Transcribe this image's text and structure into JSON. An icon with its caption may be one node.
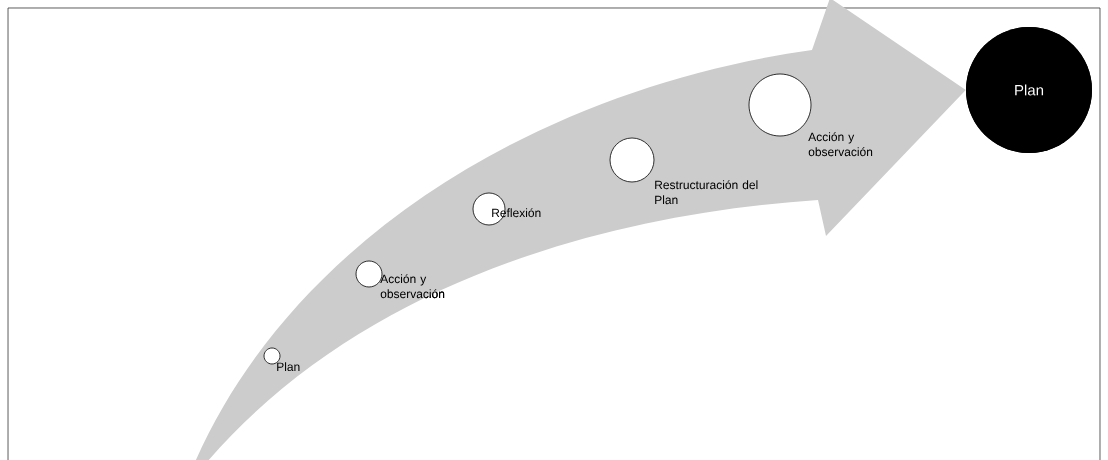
{
  "diagram": {
    "nodes": [
      {
        "text": [
          "Plan"
        ]
      },
      {
        "text": [
          "Acción y observación"
        ]
      },
      {
        "text": [
          "Reflexión"
        ]
      },
      {
        "text": [
          "Restructuración del Plan"
        ]
      },
      {
        "text": [
          "Acción y observación"
        ]
      },
      {
        "text": [
          "Plan"
        ]
      }
    ],
    "edges": [
      {
        "from": null,
        "to": 5,
        "arrow": "to",
        "color": "#cccccc"
      }
    ]
  }
}
